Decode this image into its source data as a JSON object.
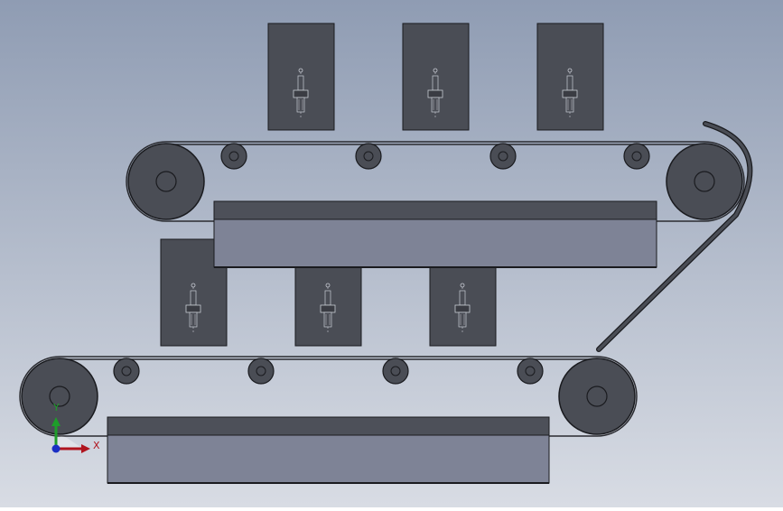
{
  "viewport": {
    "background_top": "#8f9cb3",
    "background_bottom": "#d8dce4"
  },
  "colors": {
    "body_fill": "#4a4d55",
    "body_stroke": "#1a1b1f",
    "belt": "#2a2b30",
    "tray_top": "#4d5059",
    "tray_front": "#7e8396",
    "chute": "#4a4d55"
  },
  "triad": {
    "x_label": "X",
    "y_label": "Y",
    "x_color": "#b0141e",
    "y_color": "#1e9e2a",
    "z_color": "#1a2fc4"
  },
  "upper_conveyor": {
    "stations": [
      "station-1",
      "station-2",
      "station-3"
    ],
    "idlers": 4
  },
  "lower_conveyor": {
    "stations": [
      "station-1",
      "station-2",
      "station-3"
    ],
    "idlers": 4
  }
}
